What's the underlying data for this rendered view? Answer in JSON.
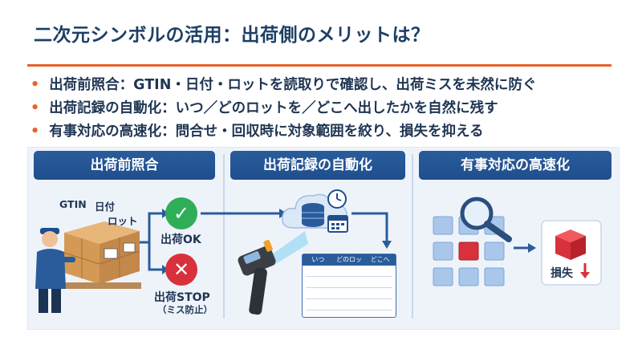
{
  "title": "二次元シンボルの活用：出荷側のメリットは？",
  "bullets": [
    "出荷前照合：GTIN・日付・ロットを読取りで確認し、出荷ミスを未然に防ぐ",
    "出荷記録の自動化：いつ／どのロットを／どこへ出したかを自然に残す",
    "有事対応の高速化：問合せ・回収時に対象範囲を絞り、損失を抑える"
  ],
  "panels": {
    "p1": {
      "title": "出荷前照合",
      "label_gtin": "GTIN",
      "label_date": "日付",
      "label_lot": "ロット",
      "ok_label": "出荷OK",
      "stop_label": "出荷STOP",
      "stop_note": "（ミス防止）"
    },
    "p2": {
      "title": "出荷記録の自動化",
      "table_headers": [
        "いつ",
        "どのロット",
        "どこへ"
      ]
    },
    "p3": {
      "title": "有事対応の高速化",
      "loss_label": "損失"
    }
  },
  "colors": {
    "accent": "#e8622a",
    "navy": "#1f4e8c",
    "ok_green": "#2fae58",
    "stop_red": "#d8313b",
    "panel_bg": "#eef3fa"
  },
  "icons": [
    "worker-icon",
    "boxes-icon",
    "check-icon",
    "cross-icon",
    "scanner-icon",
    "cloud-database-icon",
    "clock-icon",
    "calendar-icon",
    "magnifier-icon",
    "cube-grid-icon",
    "red-cube-icon",
    "down-arrow-icon"
  ]
}
